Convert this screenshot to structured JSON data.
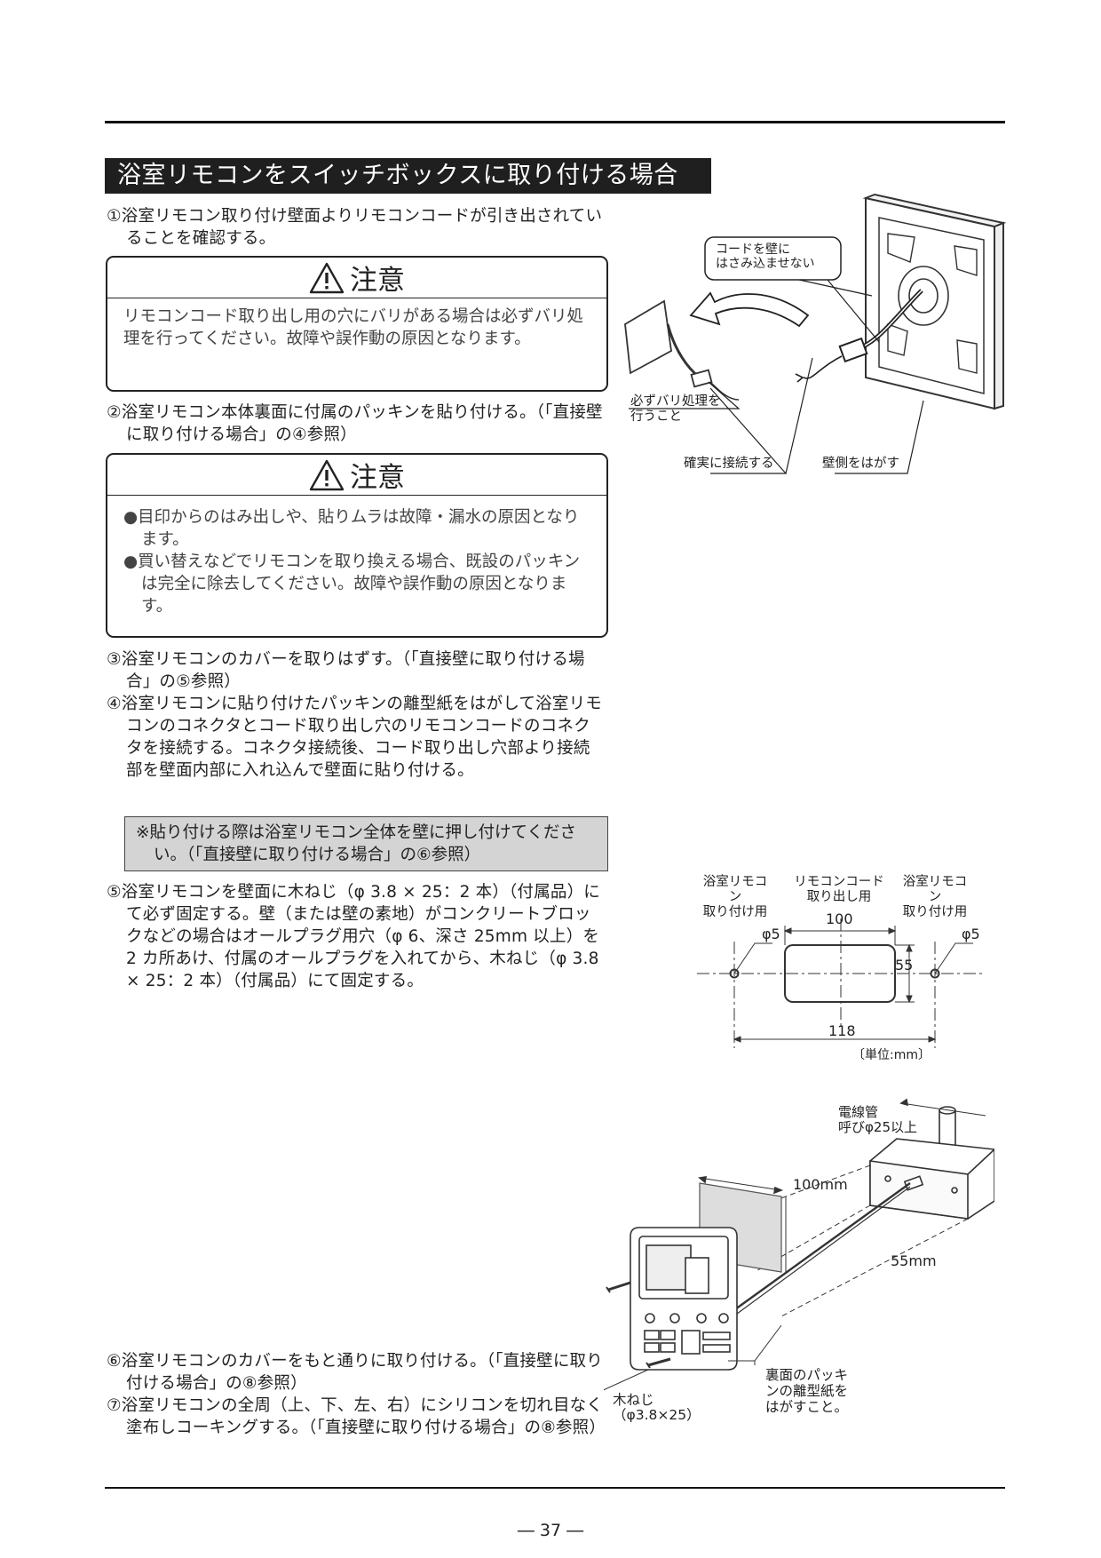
{
  "section_title": "浴室リモコンをスイッチボックスに取り付ける場合",
  "steps": {
    "s1": "①浴室リモコン取り付け壁面よりリモコンコードが引き出されていることを確認する。",
    "s2": "②浴室リモコン本体裏面に付属のパッキンを貼り付ける。（「直接壁に取り付ける場合」の④参照）",
    "s3": "③浴室リモコンのカバーを取りはずす。（「直接壁に取り付ける場合」の⑤参照）",
    "s4": "④浴室リモコンに貼り付けたパッキンの離型紙をはがして浴室リモコンのコネクタとコード取り出し穴のリモコンコードのコネクタを接続する。コネクタ接続後、コード取り出し穴部より接続部を壁面内部に入れ込んで壁面に貼り付ける。",
    "s5": "⑤浴室リモコンを壁面に木ねじ（φ 3.8 × 25：2 本）（付属品）にて必ず固定する。壁（または壁の素地）がコンクリートブロックなどの場合はオールプラグ用穴（φ 6、深さ 25mm 以上）を 2 カ所あけ、付属のオールプラグを入れてから、木ねじ（φ 3.8 × 25：2 本）（付属品）にて固定する。",
    "s6": "⑥浴室リモコンのカバーをもと通りに取り付ける。（「直接壁に取り付ける場合」の⑧参照）",
    "s7": "⑦浴室リモコンの全周（上、下、左、右）にシリコンを切れ目なく塗布しコーキングする。（「直接壁に取り付ける場合」の⑧参照）"
  },
  "caution1": {
    "heading": "注意",
    "text": "リモコンコード取り出し用の穴にバリがある場合は必ずバリ処理を行ってください。故障や誤作動の原因となります。"
  },
  "caution2": {
    "heading": "注意",
    "bullet1": "●目印からのはみ出しや、貼りムラは故障・漏水の原因となります。",
    "bullet2": "●買い替えなどでリモコンを取り換える場合、既設のパッキンは完全に除去してください。故障や誤作動の原因となります。"
  },
  "note": "※貼り付ける際は浴室リモコン全体を壁に押し付けてください。（「直接壁に取り付ける場合」の⑥参照）",
  "fig1": {
    "callout_line1": "コードを壁に",
    "callout_line2": "はさみ込ませない",
    "burr_line1": "必ずバリ処理を",
    "burr_line2": "行うこと",
    "connect": "確実に接続する",
    "peel": "壁側をはがす"
  },
  "fig2": {
    "left_line1": "浴室リモコン",
    "left_line2": "取り付け用",
    "mid_line1": "リモコンコード",
    "mid_line2": "取り出し用",
    "right_line1": "浴室リモコン",
    "right_line2": "取り付け用",
    "phi_left": "φ5",
    "phi_right": "φ5",
    "dim_width": "100",
    "dim_height": "55",
    "dim_span": "118",
    "unit": "〔単位:mm〕"
  },
  "fig3": {
    "conduit_line1": "電線管",
    "conduit_line2": "呼びφ25以上",
    "dim_width": "100mm",
    "dim_height": "55mm",
    "screw_line1": "木ねじ",
    "screw_line2": "（φ3.8×25）",
    "packing_line1": "裏面のパッキ",
    "packing_line2": "ンの離型紙を",
    "packing_line3": "はがすこと。"
  },
  "page_number": "― 37 ―"
}
